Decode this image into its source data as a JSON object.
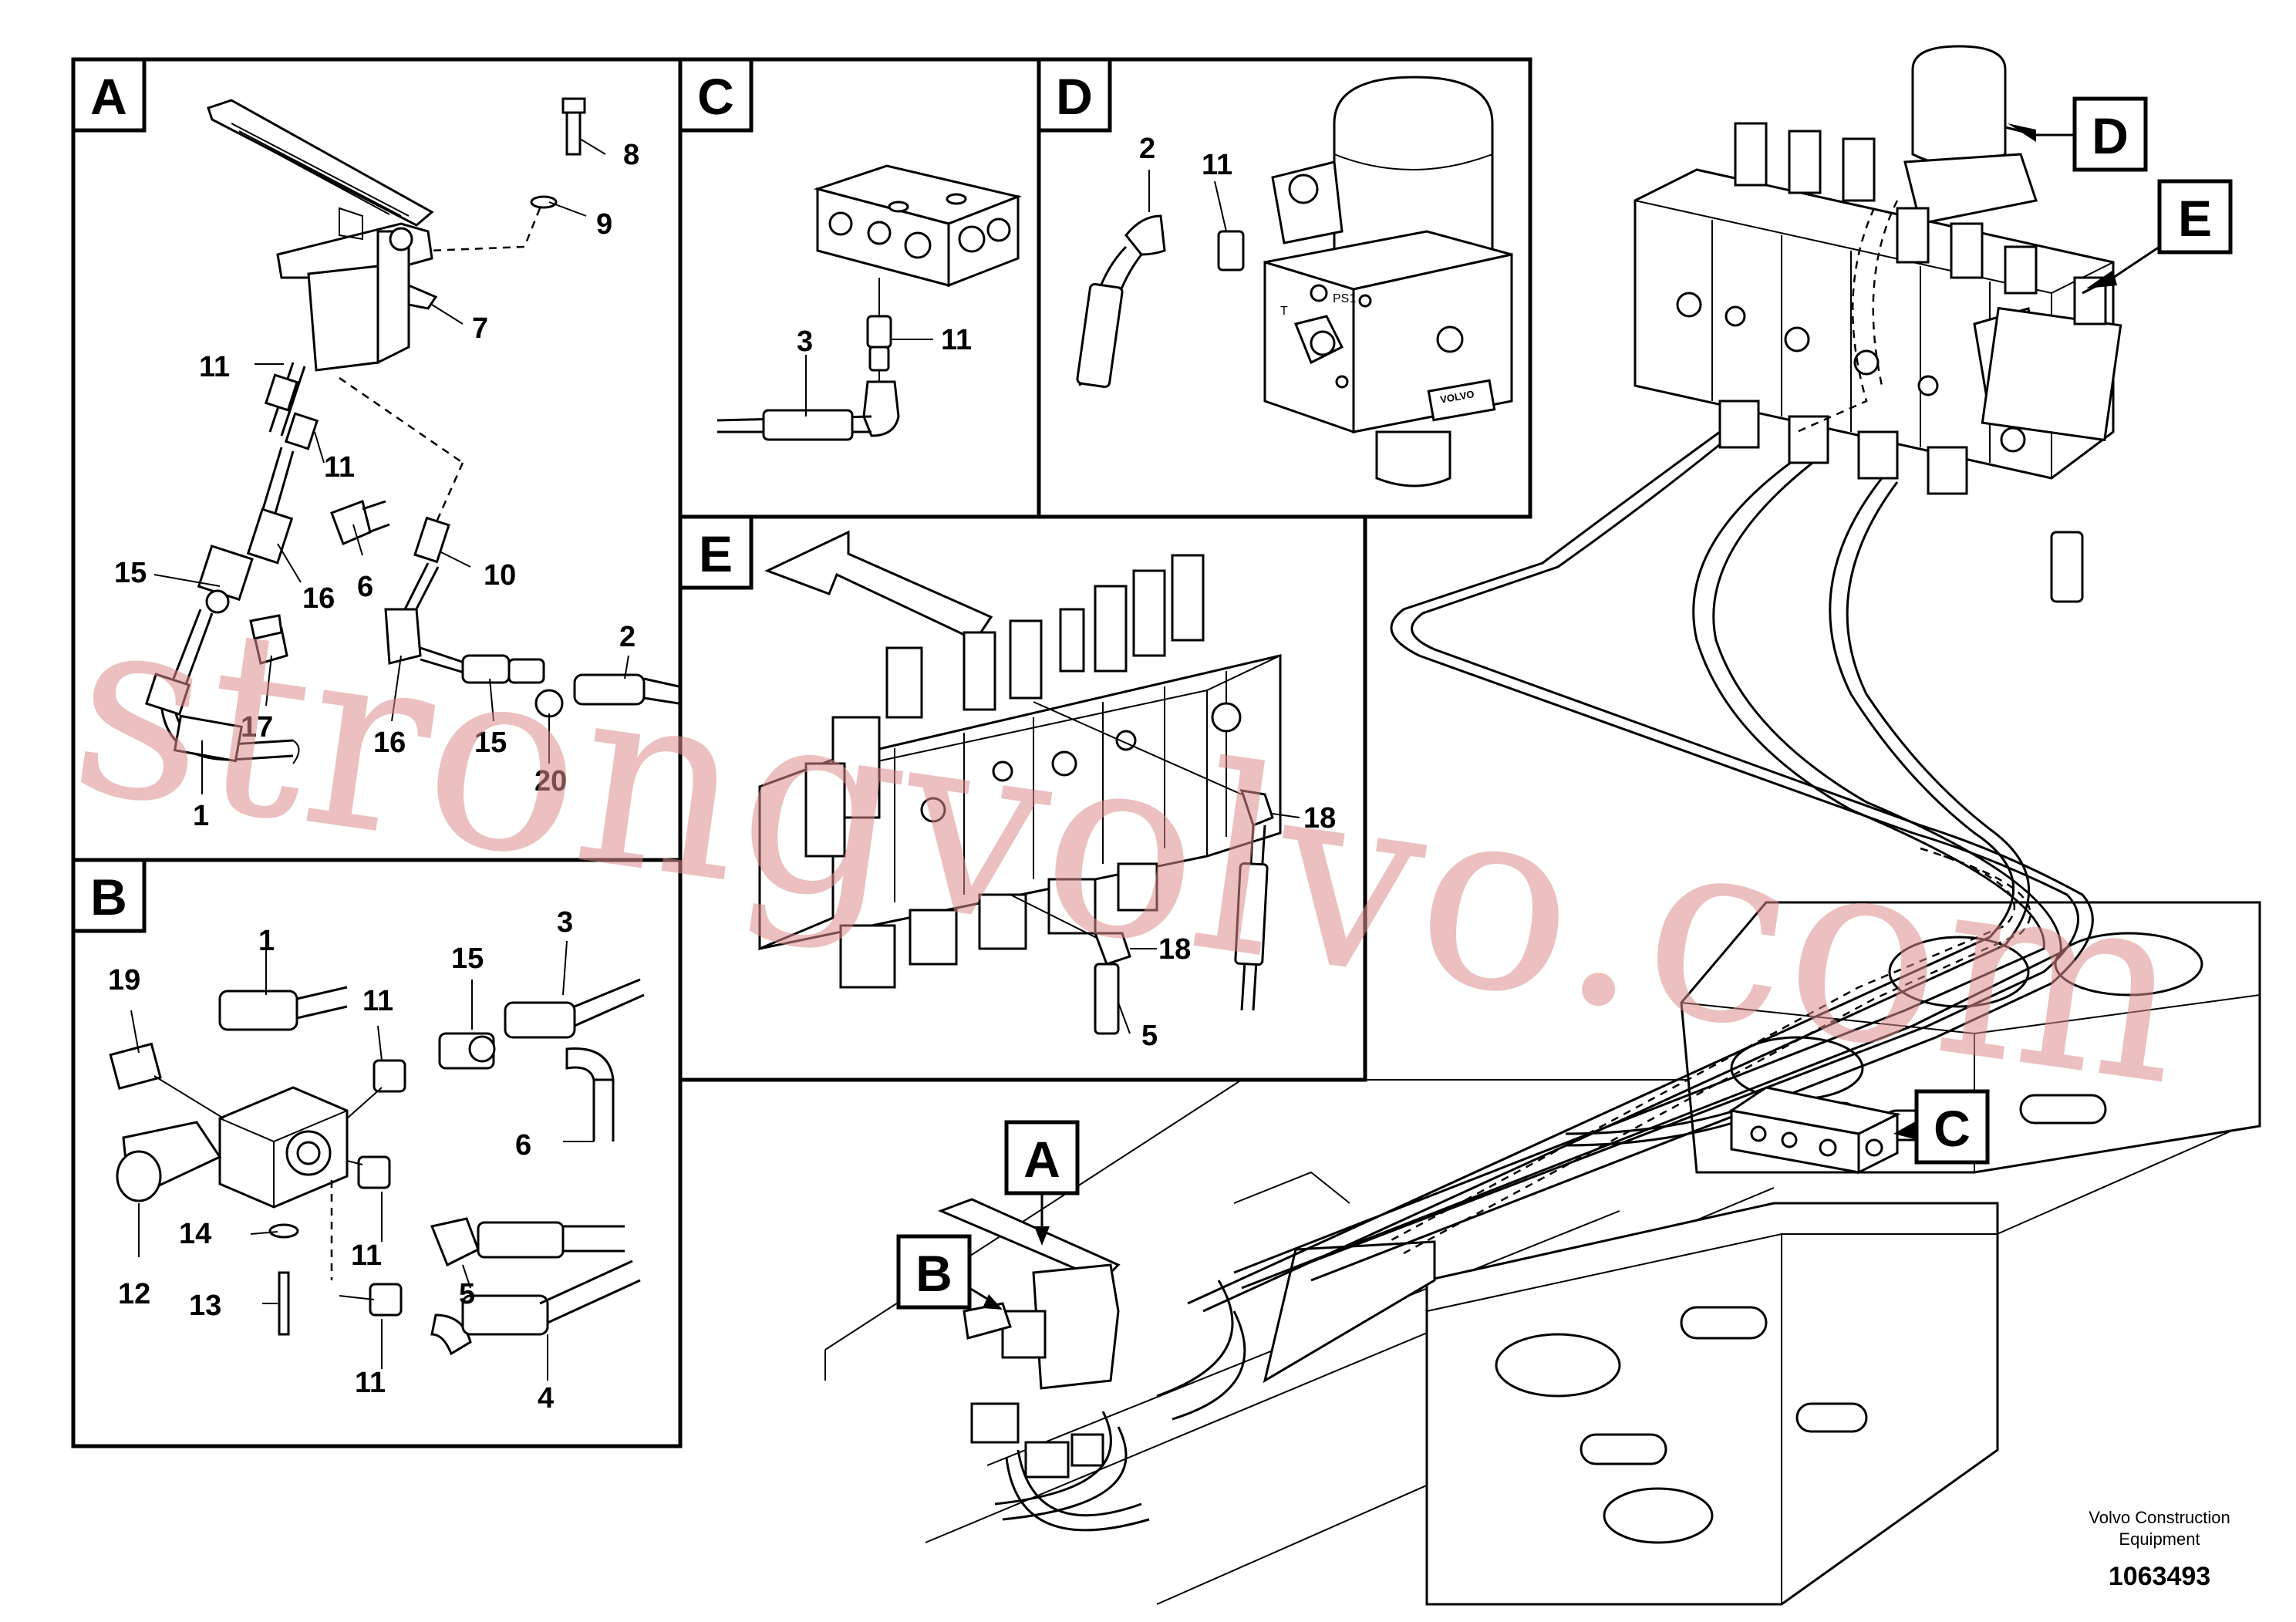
{
  "panels": {
    "A": {
      "letter": "A"
    },
    "B": {
      "letter": "B"
    },
    "C": {
      "letter": "C"
    },
    "D": {
      "letter": "D"
    },
    "E": {
      "letter": "E"
    }
  },
  "callouts": {
    "A": [
      "8",
      "9",
      "7",
      "11",
      "11",
      "6",
      "16",
      "15",
      "17",
      "10",
      "16",
      "15",
      "20",
      "2",
      "1"
    ],
    "B": [
      "1",
      "3",
      "19",
      "11",
      "15",
      "6",
      "14",
      "12",
      "13",
      "11",
      "5",
      "11",
      "4"
    ],
    "C": [
      "3",
      "11"
    ],
    "D": [
      "2",
      "11"
    ],
    "E": [
      "18",
      "18",
      "5"
    ]
  },
  "main_view_labels": {
    "A": "A",
    "B": "B",
    "C": "C",
    "D": "D",
    "E": "E"
  },
  "detail_text": {
    "ps1": "PS1",
    "t": "T",
    "volvo_plate": "VOLVO"
  },
  "watermark": "strongvolvo.com",
  "footer": {
    "company_line1": "Volvo Construction",
    "company_line2": "Equipment",
    "doc_number": "1063493"
  }
}
